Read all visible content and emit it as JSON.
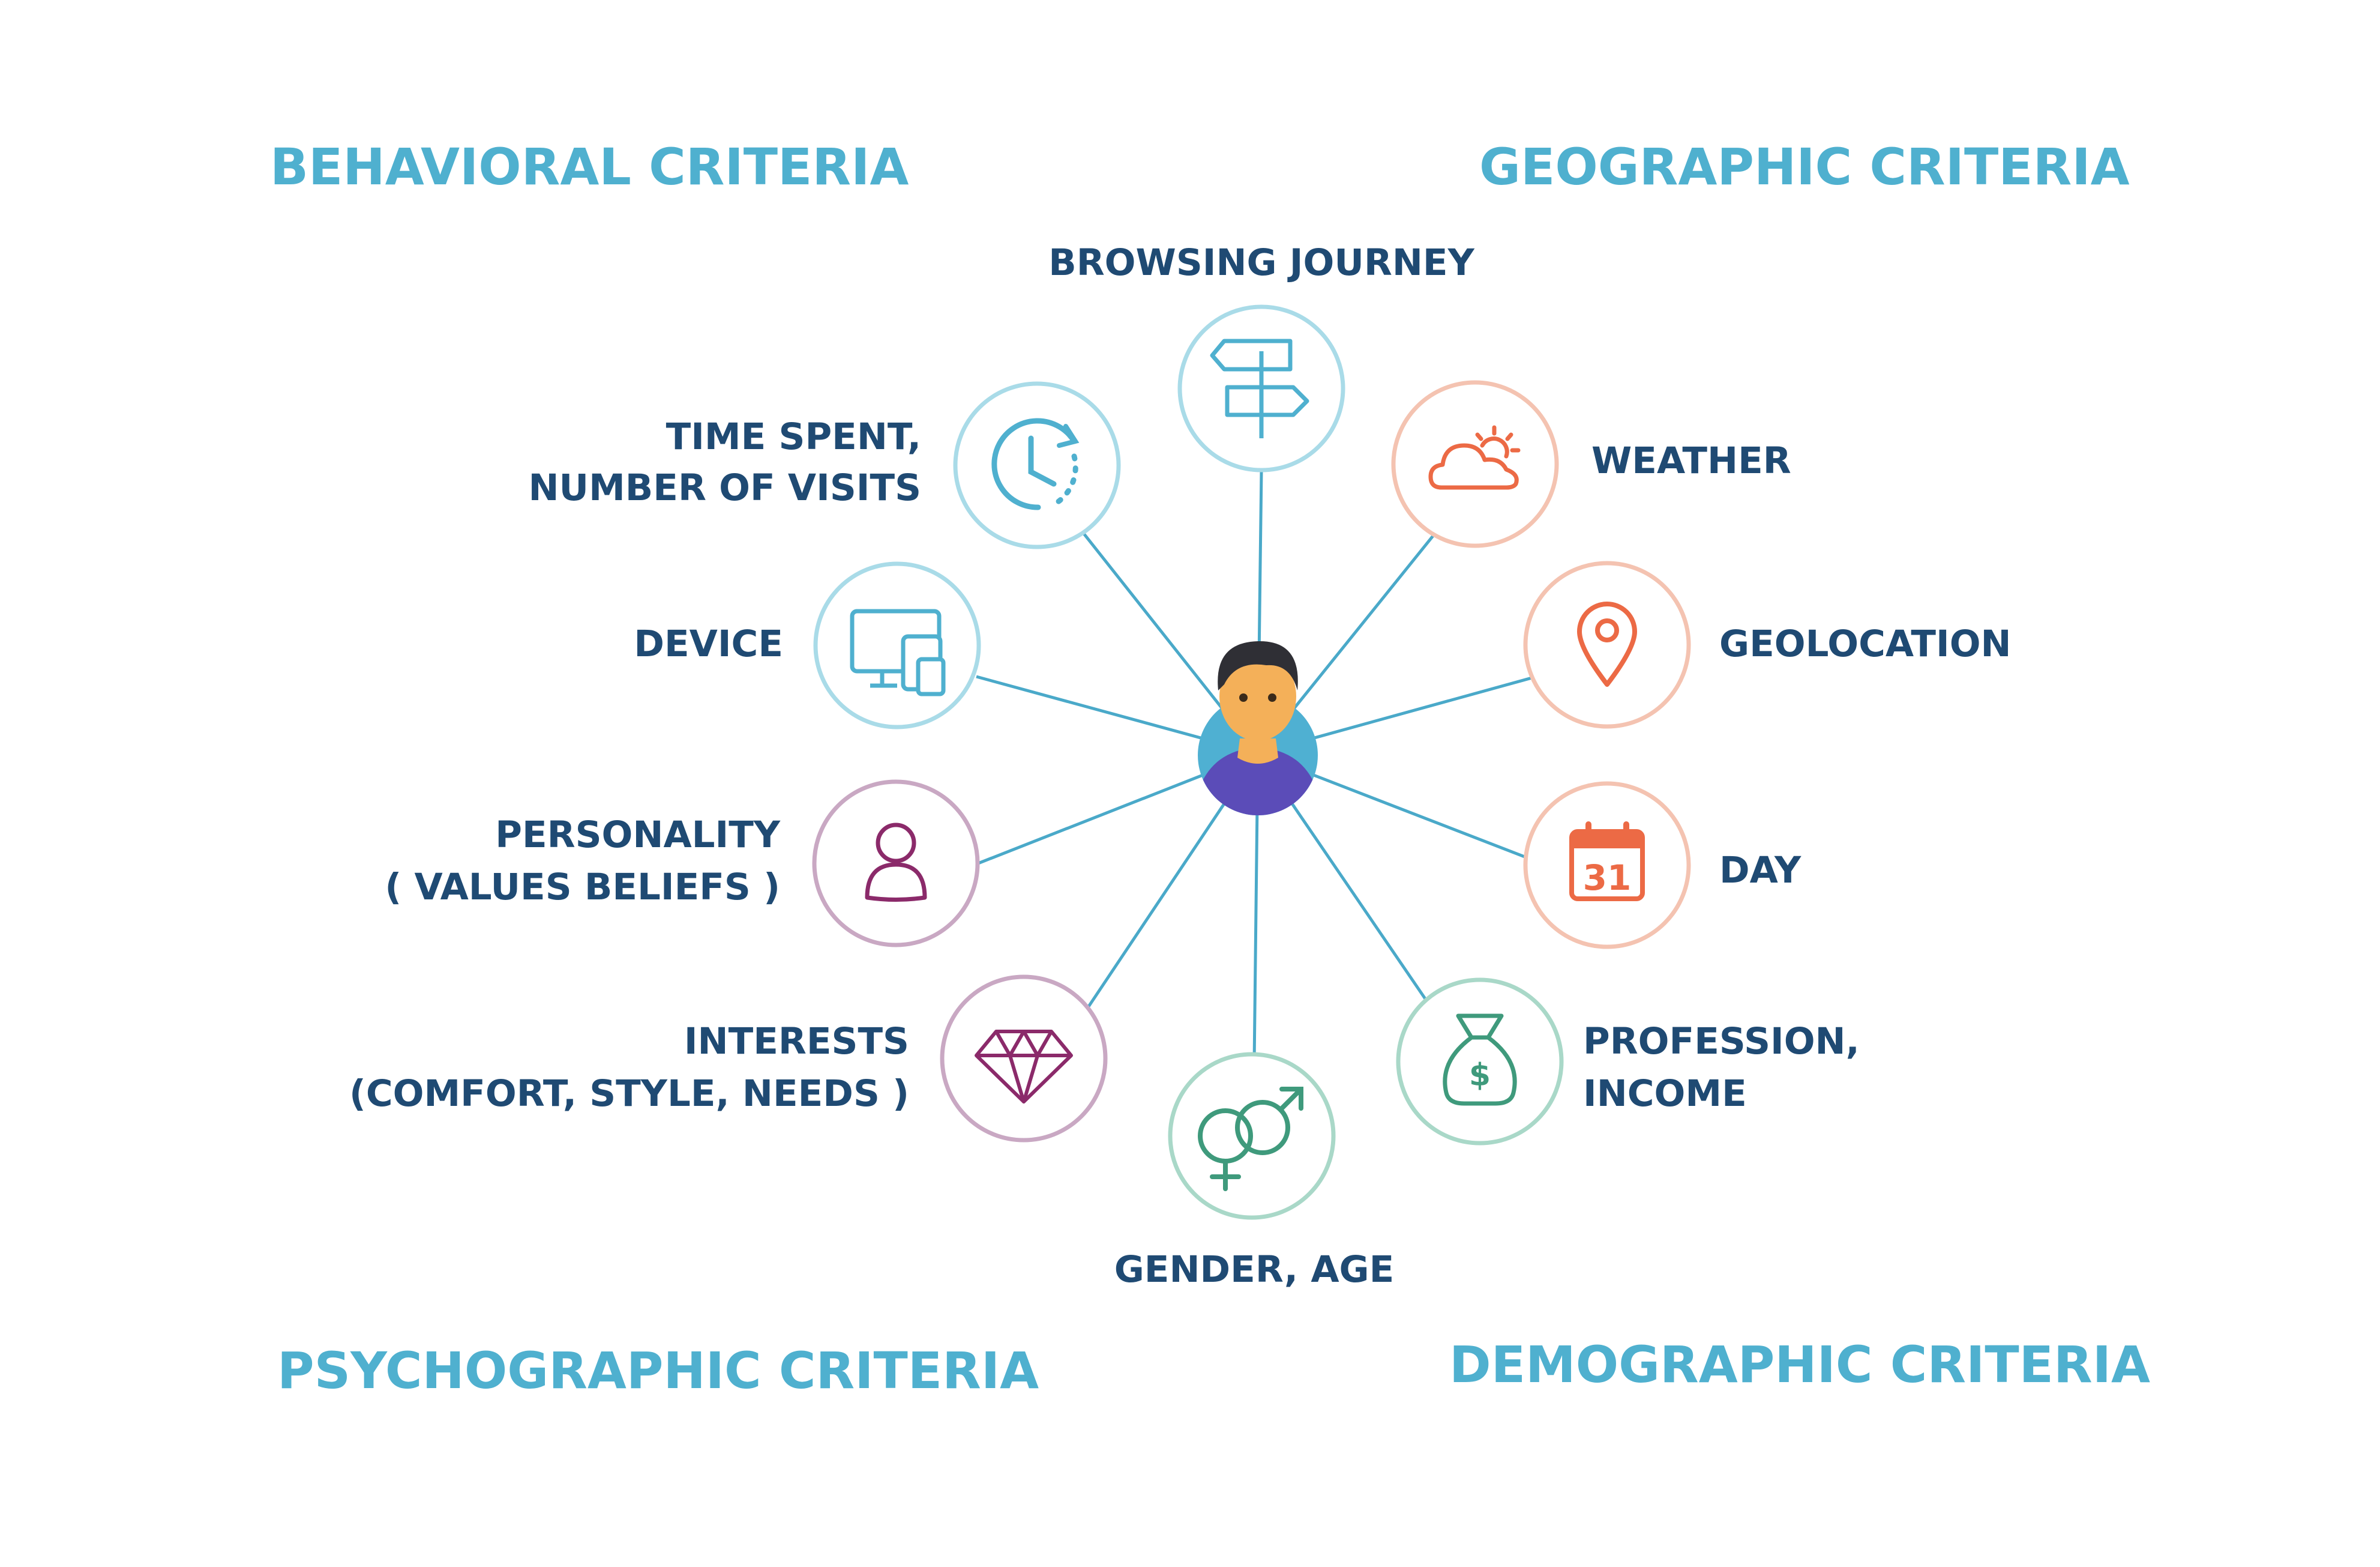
{
  "colors": {
    "quadrant_title": "#4fb0cf",
    "label": "#1f4a73",
    "connector": "#4aa9c9",
    "behavioral_ring": "#a9dbe8",
    "behavioral_icon": "#4fb0cf",
    "geographic_ring": "#f4c3b1",
    "geographic_icon": "#ec6a45",
    "psychographic_ring": "#c9a8c3",
    "psychographic_icon": "#8b2a6a",
    "demographic_ring": "#a9d8c8",
    "demographic_icon": "#3f9a7c"
  },
  "quadrants": {
    "behavioral": "BEHAVIORAL CRITERIA",
    "geographic": "GEOGRAPHIC CRITERIA",
    "psychographic": "PSYCHOGRAPHIC CRITERIA",
    "demographic": "DEMOGRAPHIC CRITERIA"
  },
  "center": {
    "icon": "user-avatar-icon"
  },
  "nodes": {
    "browsing_journey": {
      "icon": "signpost-icon",
      "lines": [
        "BROWSING JOURNEY"
      ]
    },
    "time_spent": {
      "icon": "clock-icon",
      "lines": [
        "TIME SPENT,",
        "NUMBER OF VISITS"
      ]
    },
    "device": {
      "icon": "devices-icon",
      "lines": [
        "DEVICE"
      ]
    },
    "personality": {
      "icon": "person-icon",
      "lines": [
        "PERSONALITY",
        "( VALUES BELIEFS )"
      ]
    },
    "interests": {
      "icon": "diamond-icon",
      "lines": [
        "INTERESTS",
        "(COMFORT, STYLE, NEEDS )"
      ]
    },
    "gender_age": {
      "icon": "gender-icon",
      "lines": [
        "GENDER, AGE"
      ]
    },
    "profession": {
      "icon": "money-bag-icon",
      "lines": [
        "PROFESSION,",
        "INCOME"
      ]
    },
    "day": {
      "icon": "calendar-icon",
      "calendar_text": "31",
      "lines": [
        "DAY"
      ]
    },
    "geolocation": {
      "icon": "location-pin-icon",
      "lines": [
        "GEOLOCATION"
      ]
    },
    "weather": {
      "icon": "weather-icon",
      "lines": [
        "WEATHER"
      ]
    }
  }
}
